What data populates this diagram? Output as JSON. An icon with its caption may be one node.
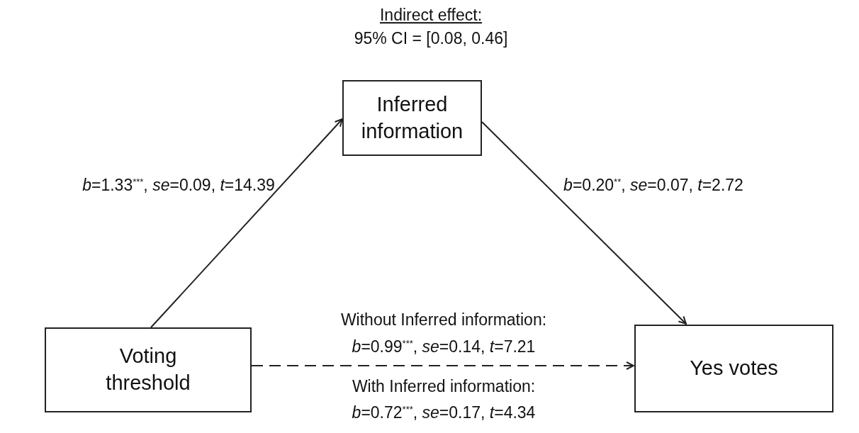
{
  "diagram": {
    "nodes": [
      {
        "text": [
          "Inferred information"
        ]
      },
      {
        "text": [
          "Voting threshold"
        ]
      },
      {
        "text": [
          "Yes votes"
        ]
      }
    ],
    "edges": [
      {
        "from": 1,
        "to": 0,
        "arrow": "to",
        "label": "*b*=1.33$^{***}$, *se*=0.09, *t*=14.39"
      },
      {
        "from": 0,
        "to": 2,
        "arrow": "to",
        "label": "*b*=0.20$^{**}$, *se*=0.07, *t*=2.72"
      },
      {
        "from": 1,
        "to": 2,
        "arrow": "to",
        "style": "dashed"
      }
    ],
    "labels": [
      "Indirect effect:",
      "95% CI = [0.08, 0.46]",
      "Without Inferred information:",
      "*b*=0.99$^{***}$, *se*=0.14, *t*=7.21",
      "With Inferred information:",
      "*b*=0.72$^{***}$, *se*=0.17, *t*=4.34"
    ]
  }
}
